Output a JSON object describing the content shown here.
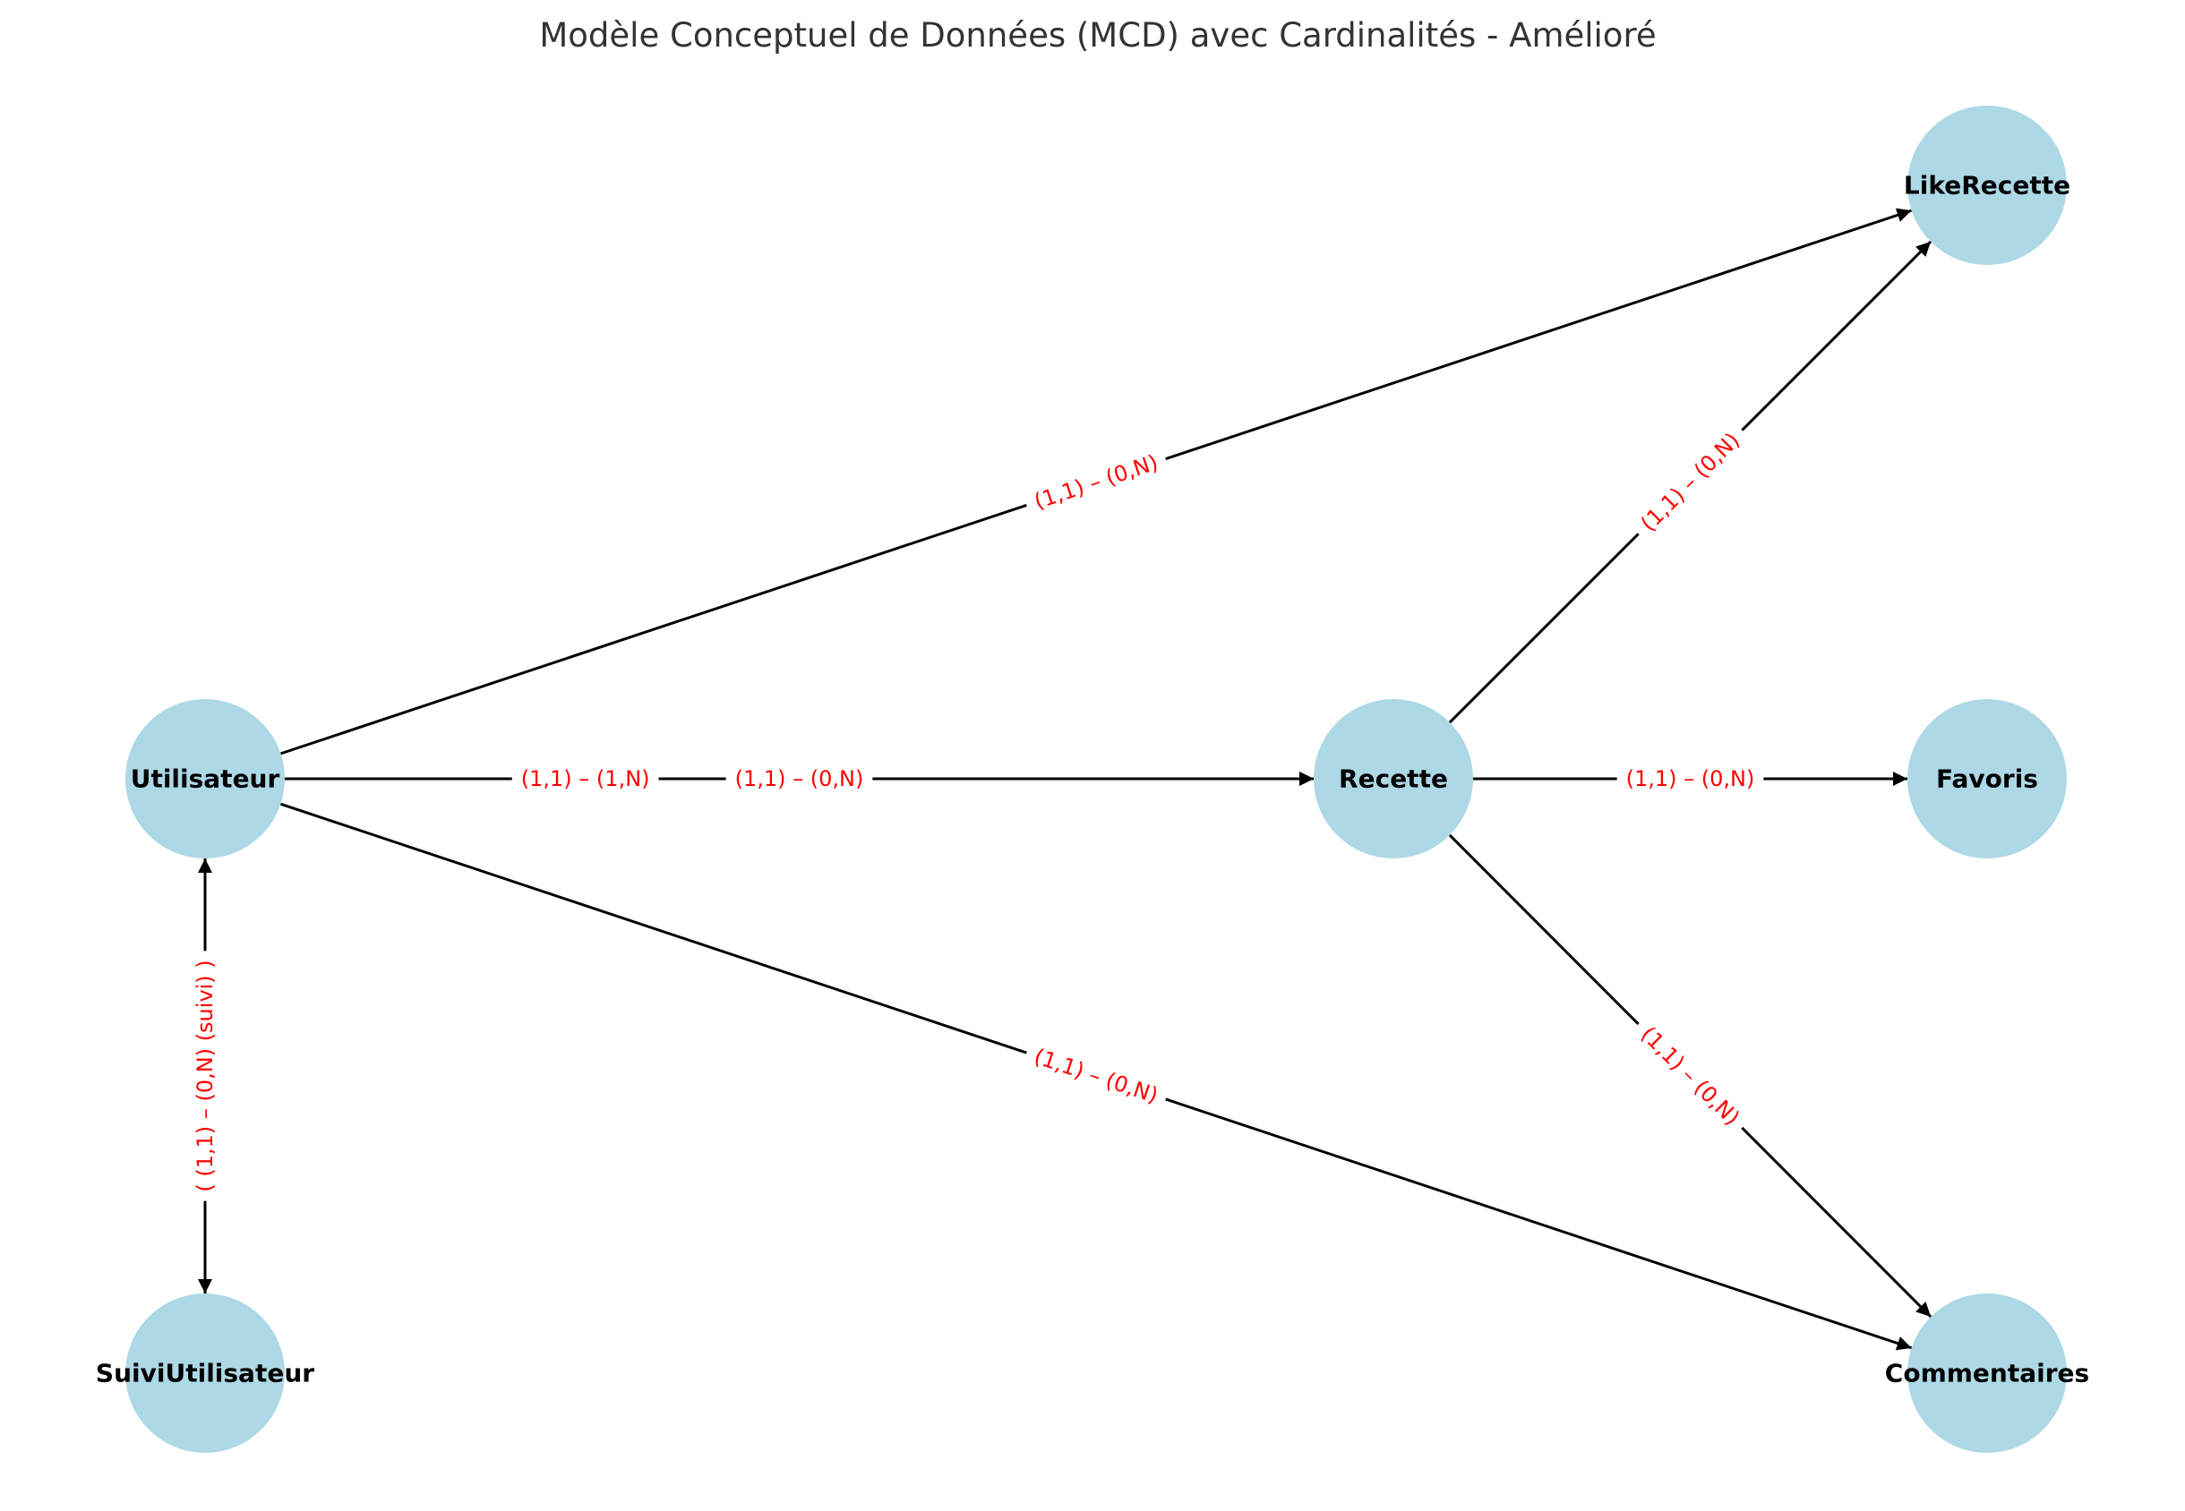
{
  "title": "Modèle Conceptuel de Données (MCD) avec Cardinalités - Amélioré",
  "colors": {
    "node_fill": "#add8e6",
    "edge": "#000000",
    "edge_label": "#ff0000",
    "title": "#333333"
  },
  "nodes": [
    {
      "id": "utilisateur",
      "label": "Utilisateur"
    },
    {
      "id": "recette",
      "label": "Recette"
    },
    {
      "id": "likerecette",
      "label": "LikeRecette"
    },
    {
      "id": "favoris",
      "label": "Favoris"
    },
    {
      "id": "commentaires",
      "label": "Commentaires"
    },
    {
      "id": "suiviutilisateur",
      "label": "SuiviUtilisateur"
    }
  ],
  "edges": [
    {
      "id": "utilisateur-likerecette",
      "from": "utilisateur",
      "to": "likerecette",
      "label": "(1,1) – (0,N)"
    },
    {
      "id": "utilisateur-recette-a",
      "from": "utilisateur",
      "to": "recette",
      "label": "(1,1) – (1,N)"
    },
    {
      "id": "utilisateur-recette-b",
      "from": "utilisateur",
      "to": "recette",
      "label": "(1,1) – (0,N)"
    },
    {
      "id": "utilisateur-commentaires",
      "from": "utilisateur",
      "to": "commentaires",
      "label": "(1,1) – (0,N)"
    },
    {
      "id": "recette-likerecette",
      "from": "recette",
      "to": "likerecette",
      "label": "(1,1) – (0,N)"
    },
    {
      "id": "recette-favoris",
      "from": "recette",
      "to": "favoris",
      "label": "(1,1) – (0,N)"
    },
    {
      "id": "recette-commentaires",
      "from": "recette",
      "to": "commentaires",
      "label": "(1,1) – (0,N)"
    },
    {
      "id": "suivi-utilisateur",
      "from": "suiviutilisateur",
      "to": "utilisateur",
      "label": "( (1,1) – (0,N) (suivi) )",
      "bidirectional": true
    }
  ]
}
